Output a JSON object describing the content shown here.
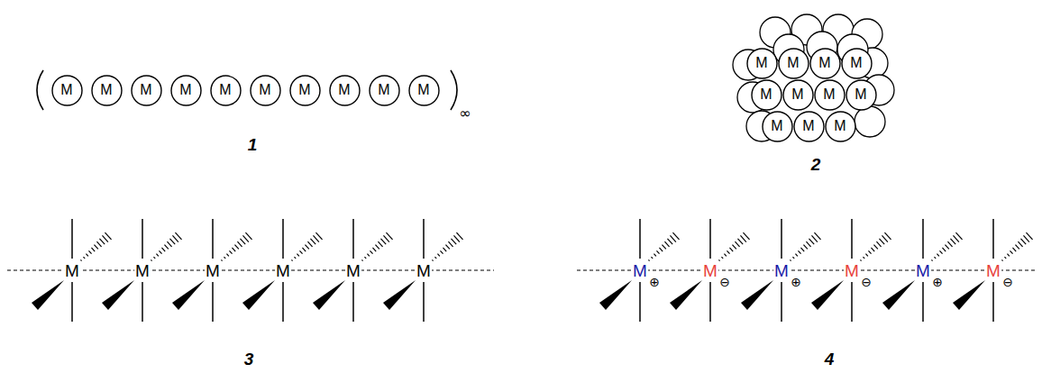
{
  "diagram": {
    "nodes": [
      {
        "text": [
          "M"
        ]
      },
      {
        "text": [
          "M"
        ]
      },
      {
        "text": [
          "M"
        ]
      },
      {
        "text": [
          "M"
        ]
      },
      {
        "text": [
          "M"
        ]
      },
      {
        "text": [
          "M"
        ]
      },
      {
        "text": [
          "M"
        ]
      },
      {
        "text": [
          "M"
        ]
      },
      {
        "text": [
          "M"
        ]
      },
      {
        "text": [
          "M"
        ]
      },
      {
        "text": [
          "M"
        ]
      },
      {
        "text": [
          "M"
        ]
      },
      {
        "text": [
          "M"
        ]
      },
      {
        "text": [
          "M"
        ]
      },
      {
        "text": [
          "M"
        ]
      },
      {
        "text": [
          "M"
        ]
      },
      {
        "text": [
          "M"
        ]
      },
      {
        "text": [
          "M"
        ]
      },
      {
        "text": [
          "M"
        ]
      },
      {
        "text": [
          "M"
        ]
      },
      {
        "text": [
          "M"
        ]
      }
    ],
    "edges": [],
    "labels": [
      "∞",
      "1",
      "2",
      "M",
      "M",
      "M",
      "M",
      "M",
      "M",
      "3",
      "M",
      "⊕",
      "M",
      "⊖",
      "M",
      "⊕",
      "M",
      "⊖",
      "M",
      "⊕",
      "M",
      "⊖",
      "4"
    ]
  }
}
